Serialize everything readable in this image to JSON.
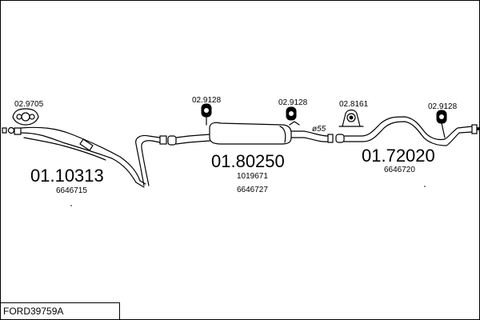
{
  "reference": "FORD39759A",
  "sections": [
    {
      "part_number": "01.10313",
      "oem_numbers": [
        "6646715"
      ]
    },
    {
      "part_number": "01.80250",
      "oem_numbers": [
        "1019671",
        "6646727"
      ]
    },
    {
      "part_number": "01.72020",
      "oem_numbers": [
        "6646720"
      ]
    }
  ],
  "accessories": [
    {
      "number": "02.9705",
      "icon": "gasket-icon"
    },
    {
      "number": "02.9128",
      "icon": "rubber-hanger-icon"
    },
    {
      "number": "02.9128",
      "icon": "rubber-hanger-icon"
    },
    {
      "number": "02.8161",
      "icon": "mounting-bracket-icon"
    },
    {
      "number": "02.9128",
      "icon": "rubber-hanger-icon"
    }
  ],
  "diameter_label": "ø55"
}
